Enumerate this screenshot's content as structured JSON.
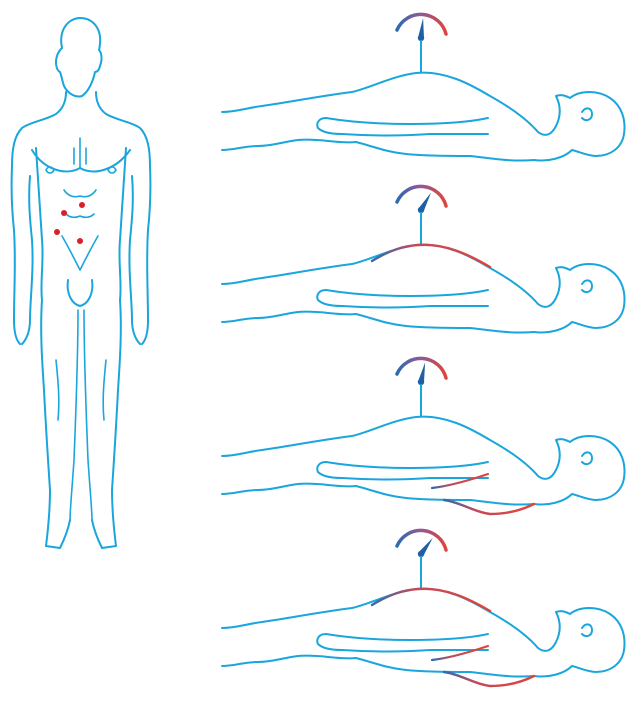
{
  "colors": {
    "outline": "#1aa6dd",
    "pressure_low": "#2e6bb0",
    "pressure_high": "#e0443a",
    "marker": "#d9202a",
    "needle": "#1f5fa3"
  },
  "icons": {
    "gauge": "gauge-icon",
    "standing_figure": "standing-body-icon",
    "lying_figure": "lying-body-icon"
  },
  "panels": [
    {
      "gauge_level": 0.55,
      "highlight": "none"
    },
    {
      "gauge_level": 0.75,
      "highlight": "abdomen"
    },
    {
      "gauge_level": 0.6,
      "highlight": "back"
    },
    {
      "gauge_level": 0.8,
      "highlight": "abdomen-and-back"
    }
  ],
  "markers": {
    "count": 4
  }
}
